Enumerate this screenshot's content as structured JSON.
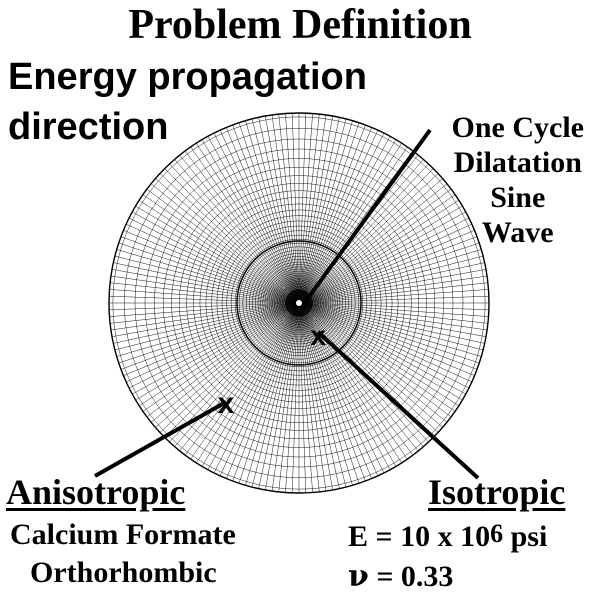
{
  "title": "Problem Definition",
  "energy_label": {
    "line1": "Energy propagation",
    "line2": "direction"
  },
  "wave_label": [
    "One Cycle",
    "Dilatation",
    "Sine",
    "Wave"
  ],
  "anisotropic": {
    "heading": "Anisotropic",
    "material": "Calcium Formate",
    "crystal": "Orthorhombic",
    "marker": "x"
  },
  "isotropic": {
    "heading": "Isotropic",
    "modulus_prefix": "E = 10 x 10",
    "modulus_exp": "6",
    "modulus_unit": " psi",
    "poisson_symbol": "ν",
    "poisson_value": " =  0.33",
    "marker": "x"
  },
  "colors": {
    "ink": "#000000",
    "background": "#ffffff"
  }
}
